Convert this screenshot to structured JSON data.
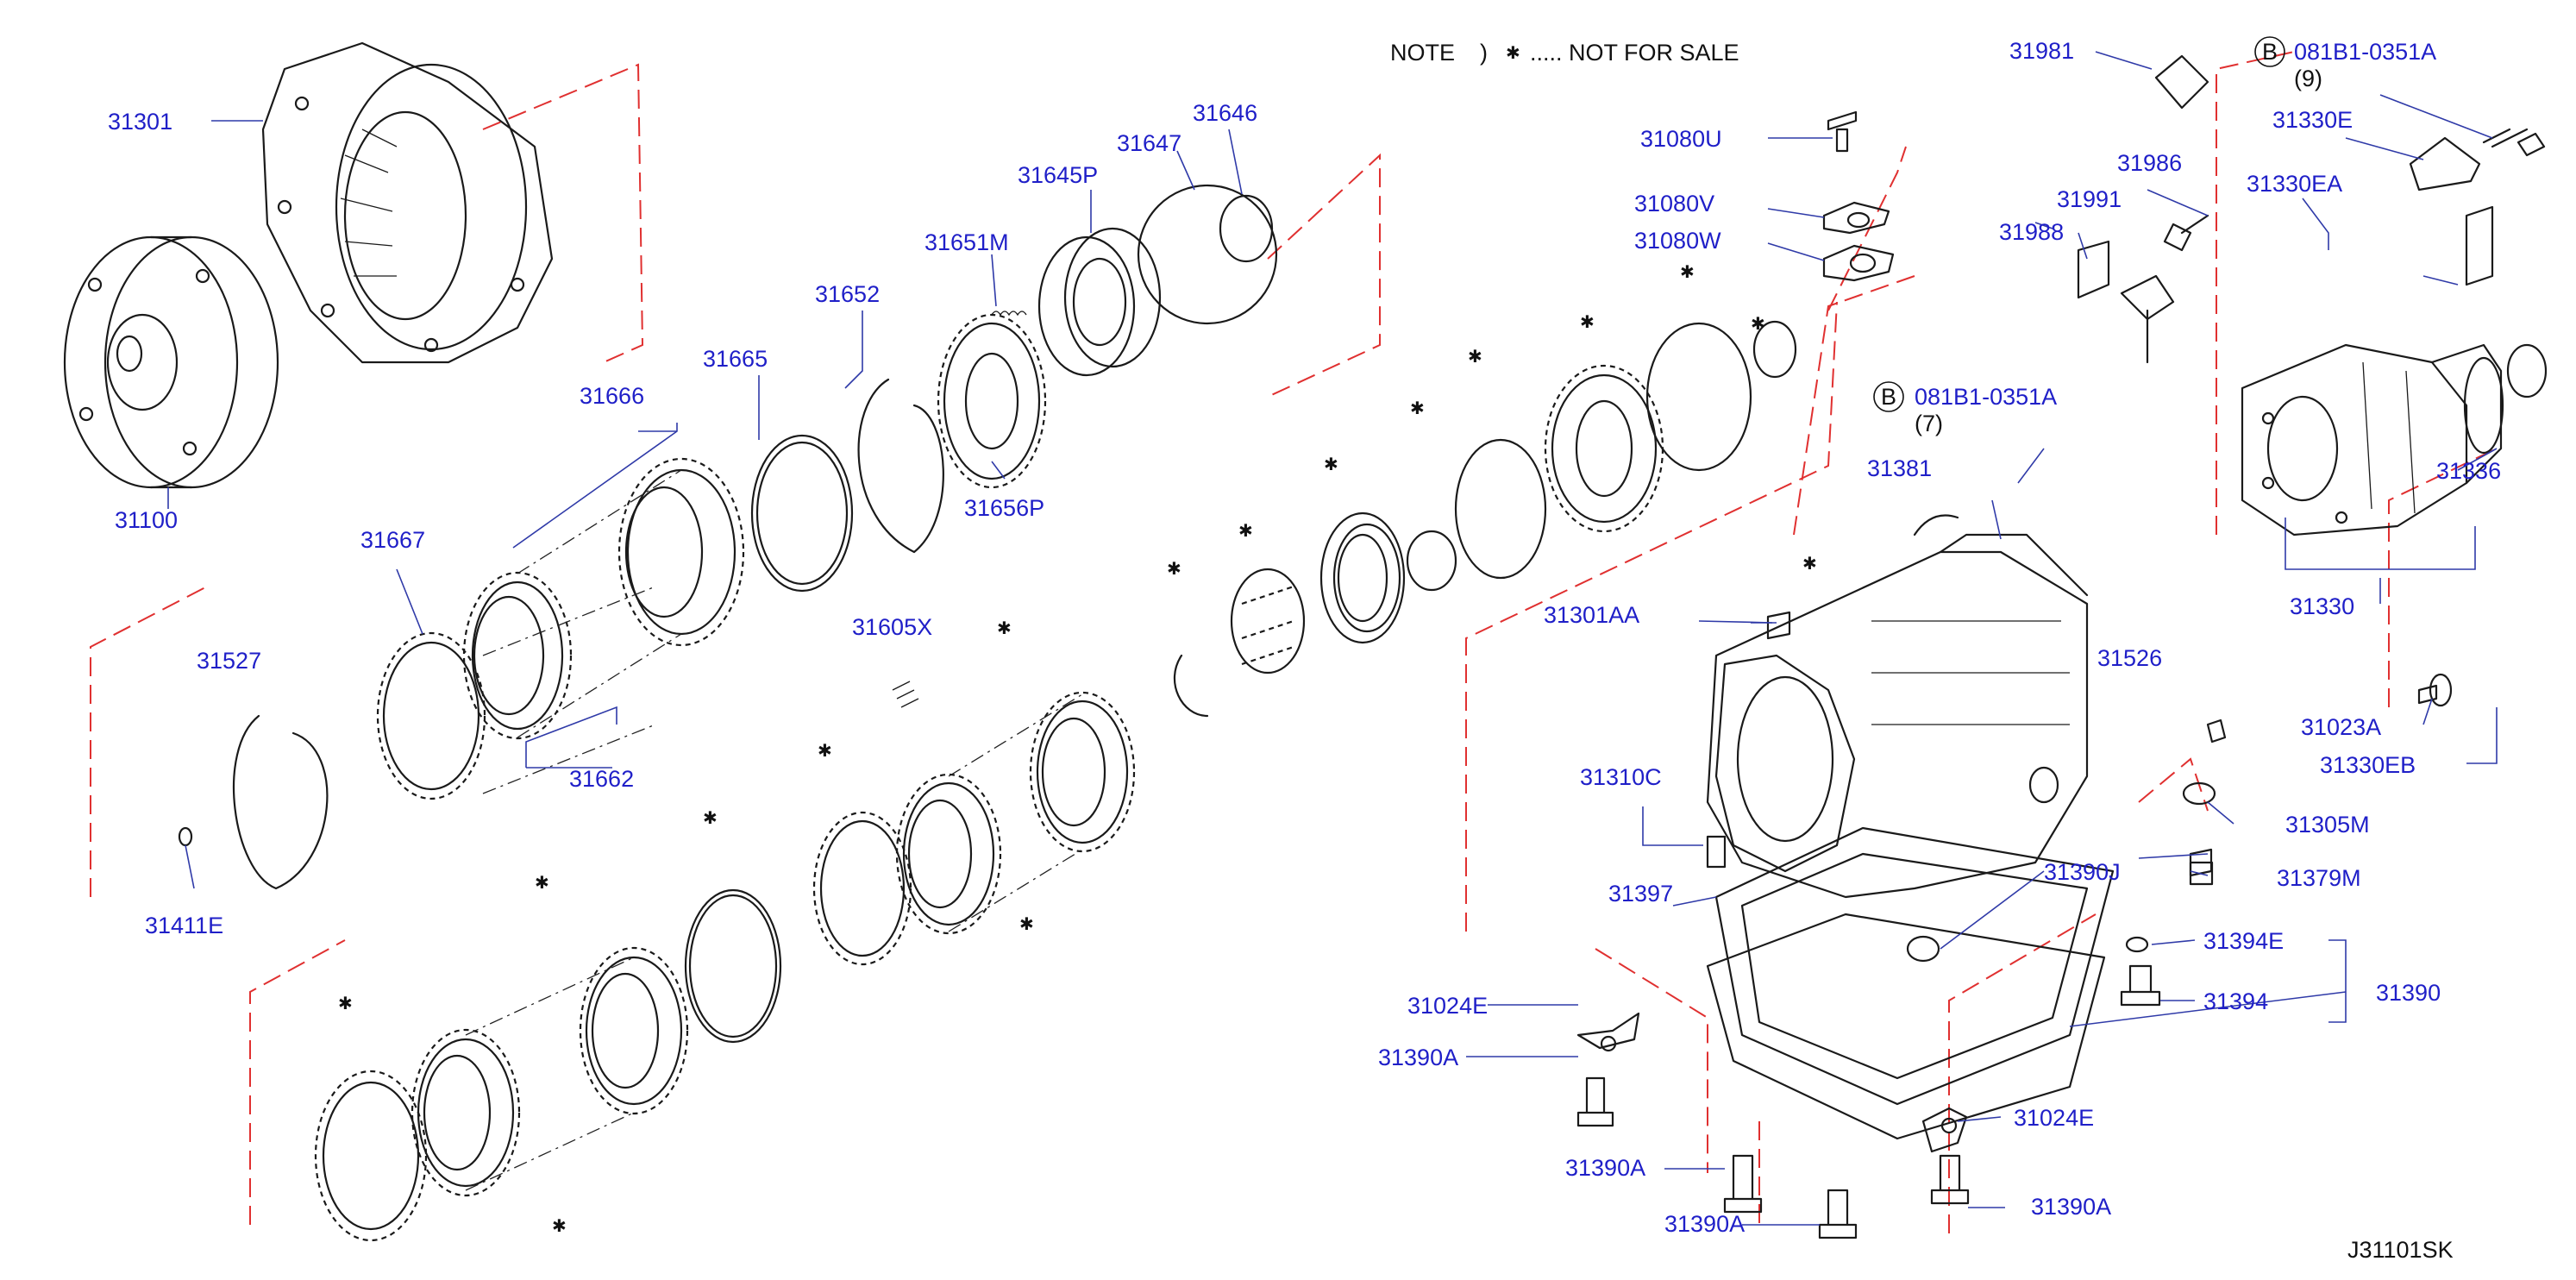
{
  "note": {
    "prefix": "NOTE",
    "paren": ")",
    "suffix": "..... NOT FOR SALE"
  },
  "symbols": {
    "not_for_sale": "✱",
    "bolt_marker": "B"
  },
  "bolt_refs": [
    {
      "code": "081B1-0351A",
      "qty": "(9)"
    },
    {
      "code": "081B1-0351A",
      "qty": "(7)"
    }
  ],
  "labels": {
    "p31301": "31301",
    "p31100": "31100",
    "p31666": "31666",
    "p31665": "31665",
    "p31652": "31652",
    "p31651M": "31651M",
    "p31645P": "31645P",
    "p31647": "31647",
    "p31646": "31646",
    "p31656P": "31656P",
    "p31667": "31667",
    "p31662": "31662",
    "p315xx": "31527",
    "p31411E": "31411E",
    "p3160x": "31605X",
    "p31080U": "31080U",
    "p31080V": "31080V",
    "p31080W": "31080W",
    "p31981": "31981",
    "p31986": "31986",
    "p31991": "31991",
    "p31988": "31988",
    "p31330E": "31330E",
    "p31330EA": "31330EA",
    "p31336": "31336",
    "p31330": "31330",
    "p31381": "31381",
    "p31301AA": "31301AA",
    "p315260": "31526",
    "p31023A": "31023A",
    "p31330EB": "31330EB",
    "p31305M": "31305M",
    "p31310C": "31310C",
    "p31390J": "31390J",
    "p31379M": "31379M",
    "p31397": "31397",
    "p31394E": "31394E",
    "p31390": "31390",
    "p31394": "31394",
    "p31024E_a": "31024E",
    "p31390A_a": "31390A",
    "p31024E_b": "31024E",
    "p31390A_b": "31390A",
    "p31390A_c": "31390A",
    "p31390A_d": "31390A"
  },
  "diagram_code": "J31101SK",
  "colors": {
    "label": "#1f1fc8",
    "centerline": "#e03030",
    "line": "#1a1a1a"
  }
}
